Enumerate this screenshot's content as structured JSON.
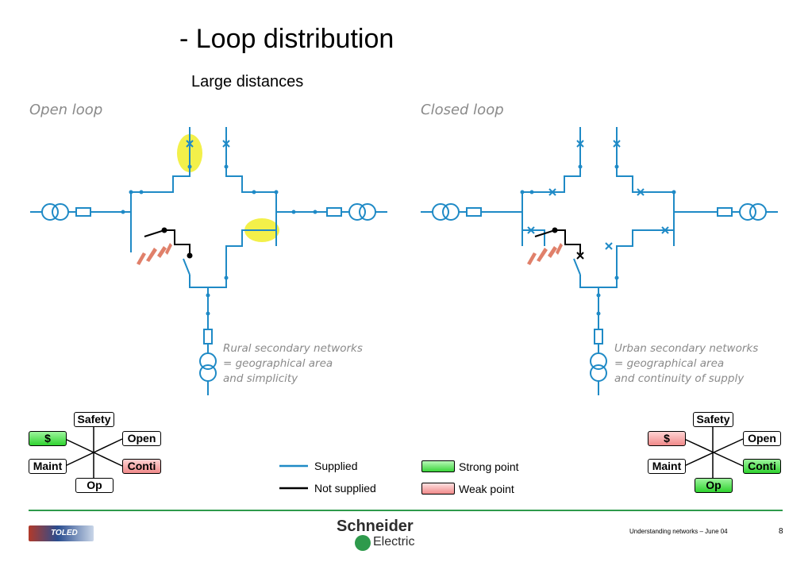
{
  "title": "- Loop distribution",
  "subtitle": "Large distances",
  "open_loop": {
    "heading": "Open loop",
    "caption": [
      "Rural secondary networks",
      "= geographical area",
      "and simplicity"
    ],
    "star": {
      "top": "Safety",
      "tl": "$",
      "tr": "Open",
      "ml": "Maint",
      "mr": "Conti",
      "bottom": "Op"
    }
  },
  "closed_loop": {
    "heading": "Closed loop",
    "caption": [
      "Urban secondary networks",
      "= geographical area",
      "and continuity of supply"
    ],
    "star": {
      "top": "Safety",
      "tl": "$",
      "tr": "Open",
      "ml": "Maint",
      "mr": "Conti",
      "bottom": "Op"
    }
  },
  "legend": {
    "supplied": "Supplied",
    "not_supplied": "Not supplied",
    "strong": "Strong point",
    "weak": "Weak point"
  },
  "colors": {
    "line_supplied": "#1f8ac6",
    "line_not_supplied": "#000000",
    "strong": "#3ad43a",
    "weak": "#f08a8a",
    "highlight": "#f3f04a",
    "footer_line": "#2e9a4c"
  },
  "footer": {
    "logo_text": "TOLED",
    "brand_top": "Schneider",
    "brand_bottom": "Electric",
    "note": "Understanding networks – June 04",
    "page": "8"
  }
}
